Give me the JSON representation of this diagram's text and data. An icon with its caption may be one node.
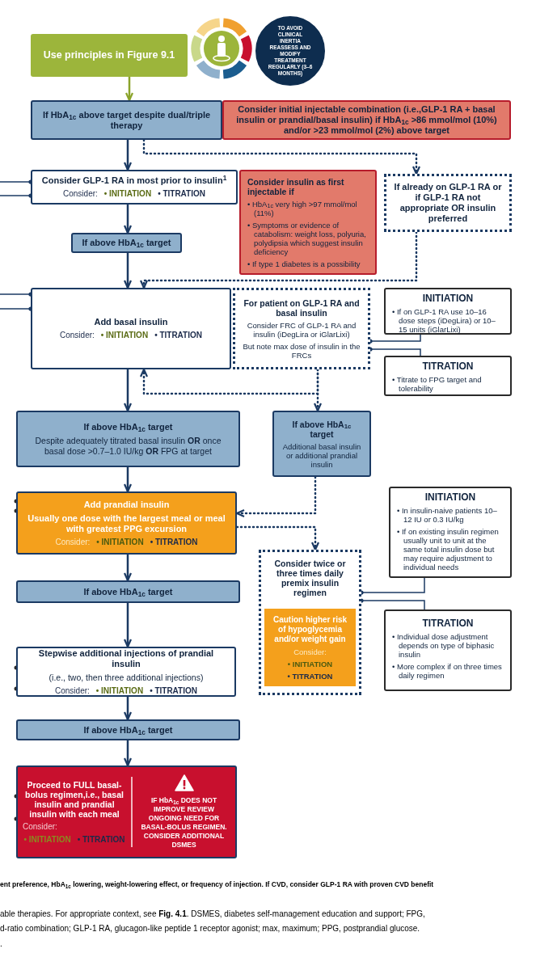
{
  "diagram": {
    "nodes": [
      {
        "text": [
          "Use principles in Figure 9.1"
        ]
      },
      {
        "text": [
          "TO AVOID CLINICAL INERTIA REASSESS AND MODIFY TREATMENT REGULARLY (3–6 MONTHS)"
        ]
      },
      {
        "text": [
          "If HbA$_{1c}$ above target despite dual/triple therapy"
        ]
      },
      {
        "text": [
          "Consider initial injectable combination (i.e.,GLP-1 RA + basal insulin or prandial/basal insulin) if HbA$_{1c}$ >86 mmol/mol (10%) and/or >23 mmol/mol (2%) above target"
        ]
      },
      {
        "text": [
          "Consider GLP-1 RA in most prior to insulin$^{1}$",
          "Consider:",
          "• INITIATION",
          "• TITRATION"
        ]
      },
      {
        "text": [
          "If above HbA$_{1c}$ target"
        ]
      },
      {
        "text": [
          "Consider insulin as first injectable if",
          "• HbA$_{1c}$ very high >97 mmol/mol (11%)",
          "• Symptoms or evidence of catabolism: weight loss, polyuria, polydipsia which suggest insulin deficiency",
          "• If type 1 diabetes is a possibility"
        ]
      },
      {
        "text": [
          "If already on GLP-1 RA or if GLP-1 RA not appropriate OR insulin preferred"
        ]
      },
      {
        "text": [
          "Add basal insulin",
          "Consider:",
          "• INITIATION",
          "• TITRATION"
        ]
      },
      {
        "text": [
          "For patient on GLP-1 RA and basal insulin",
          "Consider FRC of GLP-1 RA and insulin (iDegLira or iGlarLixi)",
          "But note max dose of insulin in the FRCs"
        ]
      },
      {
        "text": [
          "INITIATION",
          "• If on GLP-1 RA use 10–16 dose steps (iDegLira) or 10–15 units (iGlarLixi)"
        ]
      },
      {
        "text": [
          "TITRATION",
          "• Titrate to FPG target and tolerability"
        ]
      },
      {
        "text": [
          "If above HbA$_{1c}$ target",
          "Despite adequately titrated basal insulin **OR** once basal dose >0.7–1.0 IU/kg **OR** FPG at target"
        ]
      },
      {
        "text": [
          "If above HbA$_{1c}$ target",
          "Additional basal insulin or additional prandial insulin"
        ]
      },
      {
        "text": [
          "Add prandial insulin",
          "Usually one dose with the largest meal or meal with greatest PPG excursion",
          "Consider:",
          "• INITIATION",
          "• TITRATION"
        ]
      },
      {
        "text": [
          "Consider twice or three times daily premix insulin regimen"
        ]
      },
      {
        "text": [
          "Caution higher risk of hypoglycemia and/or weight gain",
          "Consider:",
          "• INITIATION",
          "• TITRATION"
        ],
        "in": 15
      },
      {
        "text": [
          "INITIATION",
          "• In insulin-naive patients 10–12 IU or 0.3 IU/kg",
          "• If on existing insulin regimen usually unit to unit at the same total insulin dose but may require adjustment to individual needs"
        ]
      },
      {
        "text": [
          "TITRATION",
          "• Individual dose adjustment depends on type of biphasic insulin",
          "• More complex if on three times daily regimen"
        ]
      },
      {
        "text": [
          "If above HbA$_{1c}$ target"
        ]
      },
      {
        "text": [
          "Stepwise additional injections of prandial insulin",
          "(i.e., two, then three additional injections)",
          "Consider:",
          "• INITIATION",
          "• TITRATION"
        ]
      },
      {
        "text": [
          "If above HbA$_{1c}$ target"
        ]
      },
      {
        "text": [
          "Proceed to FULL basal-bolus regimen,i.e., basal insulin and prandial insulin with each meal",
          "Consider:",
          "• INITIATION",
          "• TITRATION",
          "IF HbA$_{1c}$ DOES NOT IMPROVE REVIEW ONGOING NEED FOR BASAL-BOLUS REGIMEN. CONSIDER ADDITIONAL DSMES"
        ]
      }
    ],
    "edges": [
      {
        "from": 0,
        "to": 2,
        "arrow": "to",
        "color": "#8aa32a"
      },
      {
        "from": 2,
        "to": 4,
        "arrow": "to"
      },
      {
        "from": 2,
        "to": 7,
        "arrow": "to",
        "style": "dashed"
      },
      {
        "from": 4,
        "to": 5,
        "arrow": "to"
      },
      {
        "from": 5,
        "to": 8,
        "arrow": "to"
      },
      {
        "from": 7,
        "to": 8,
        "arrow": "to",
        "style": "dashed"
      },
      {
        "from": 9,
        "to": 13,
        "arrow": "to",
        "style": "dashed"
      },
      {
        "from": 9,
        "to": 8,
        "arrow": "to",
        "style": "dashed"
      },
      {
        "from": 8,
        "to": 12,
        "arrow": "to"
      },
      {
        "from": 12,
        "to": 14,
        "arrow": "to"
      },
      {
        "from": 13,
        "to": 14,
        "arrow": "to",
        "style": "dashed"
      },
      {
        "from": 14,
        "to": 15,
        "arrow": "to",
        "style": "dashed"
      },
      {
        "from": 14,
        "to": 19,
        "arrow": "to"
      },
      {
        "from": 19,
        "to": 20,
        "arrow": "to"
      },
      {
        "from": 20,
        "to": 21,
        "arrow": "to"
      },
      {
        "from": 21,
        "to": 22,
        "arrow": "to"
      },
      {
        "from": 10,
        "to": 9,
        "arrow": "other"
      },
      {
        "from": 11,
        "to": 9,
        "arrow": "other"
      },
      {
        "from": 17,
        "to": 15,
        "arrow": "other"
      },
      {
        "from": 18,
        "to": 15,
        "arrow": "other"
      },
      {
        "from": null,
        "to": 4,
        "arrow": "other"
      },
      {
        "from": null,
        "to": 4,
        "arrow": "other"
      },
      {
        "from": null,
        "to": 8,
        "arrow": "other"
      },
      {
        "from": null,
        "to": 8,
        "arrow": "other"
      }
    ],
    "labels": [
      "ent preference, HbA$_{1c}$ lowering, weight-lowering effect, or frequency of injection. If CVD, consider GLP-1 RA with proven CVD benefit",
      "able therapies. For appropriate context, see **Fig. 4.1**. DSMES, diabetes self-management education and support; FPG,",
      "d-ratio combination; GLP-1 RA, glucagon-like peptide 1 receptor agonist; max, maximum; PPG, postprandial glucose.",
      "."
    ]
  }
}
